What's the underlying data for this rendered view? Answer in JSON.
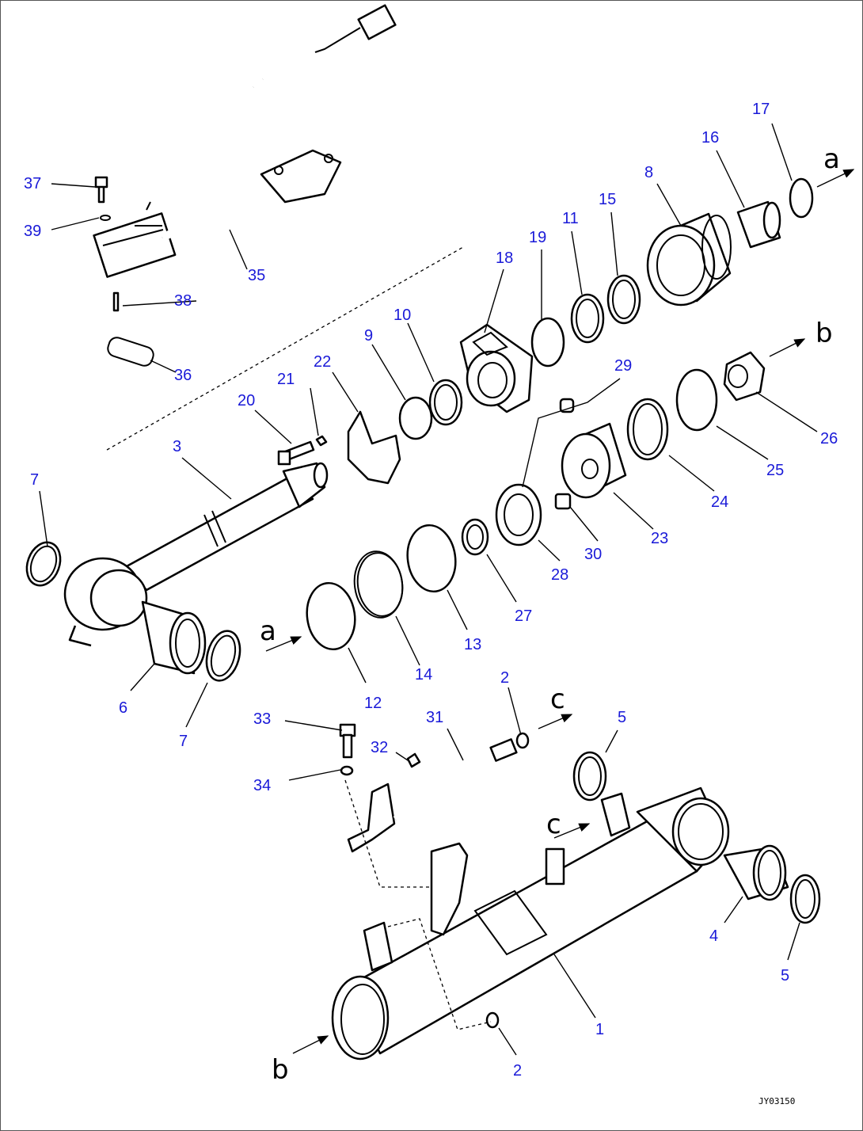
{
  "figure_ref": "JY03150",
  "direction_marks": {
    "a": "a",
    "b": "b",
    "c": "c"
  },
  "callouts": {
    "p1": "1",
    "p2": "2",
    "p3": "3",
    "p4": "4",
    "p5": "5",
    "p6": "6",
    "p7": "7",
    "p8": "8",
    "p9": "9",
    "p10": "10",
    "p11": "11",
    "p12": "12",
    "p13": "13",
    "p14": "14",
    "p15": "15",
    "p16": "16",
    "p17": "17",
    "p18": "18",
    "p19": "19",
    "p20": "20",
    "p21": "21",
    "p22": "22",
    "p23": "23",
    "p24": "24",
    "p25": "25",
    "p26": "26",
    "p27": "27",
    "p28": "28",
    "p29": "29",
    "p30": "30",
    "p31": "31",
    "p32": "32",
    "p33": "33",
    "p34": "34",
    "p35": "35",
    "p36": "36",
    "p37": "37",
    "p38": "38",
    "p39": "39"
  }
}
